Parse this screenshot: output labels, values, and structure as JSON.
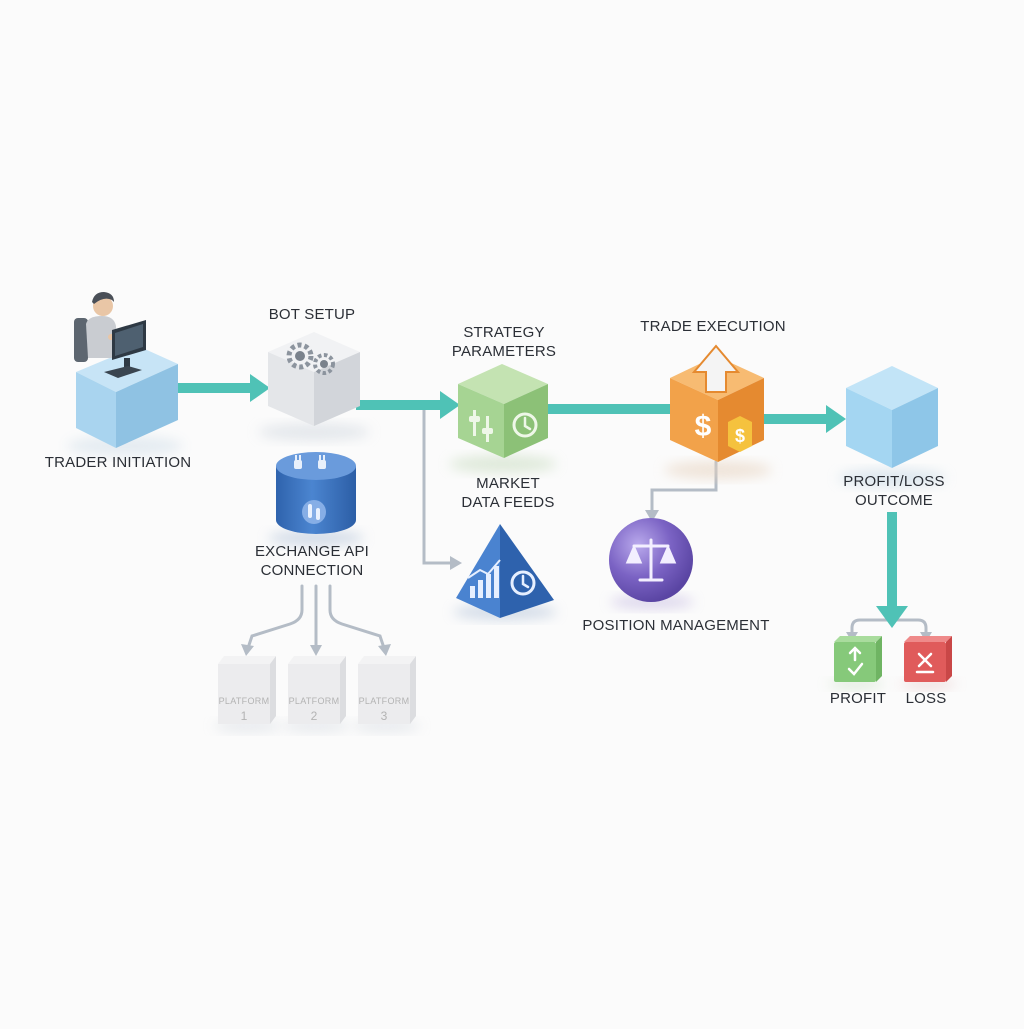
{
  "nodes": {
    "trader": {
      "label": "TRADER INITIATION"
    },
    "bot_setup": {
      "label": "BOT SETUP"
    },
    "exchange_api": {
      "line1": "EXCHANGE API",
      "line2": "CONNECTION"
    },
    "strategy": {
      "line1": "STRATEGY",
      "line2": "PARAMETERS"
    },
    "market_data": {
      "line1": "MARKET",
      "line2": "DATA FEEDS"
    },
    "trade_execution": {
      "label": "TRADE EXECUTION"
    },
    "position_management": {
      "label": "POSITION MANAGEMENT"
    },
    "outcome": {
      "line1": "PROFIT/LOSS",
      "line2": "OUTCOME"
    },
    "profit": {
      "label": "PROFIT"
    },
    "loss": {
      "label": "LOSS"
    }
  },
  "platforms": [
    {
      "name": "PLATFORM",
      "number": "1"
    },
    {
      "name": "PLATFORM",
      "number": "2"
    },
    {
      "name": "PLATFORM",
      "number": "3"
    }
  ],
  "colors": {
    "flow_arrow": "#4fc2b6",
    "branch_arrow": "#b4bcc6",
    "trader_cube": "#a9d4ef",
    "bot_cube": "#e3e5e8",
    "strategy_cube": "#a6d493",
    "execution_cube": "#f2a24a",
    "outcome_cube": "#a4d6f2",
    "database": "#3f78c4",
    "pyramid": "#3b72c0",
    "position_sphere": "#7b63c4",
    "profit_box": "#86c97a",
    "loss_box": "#e05b5b"
  }
}
